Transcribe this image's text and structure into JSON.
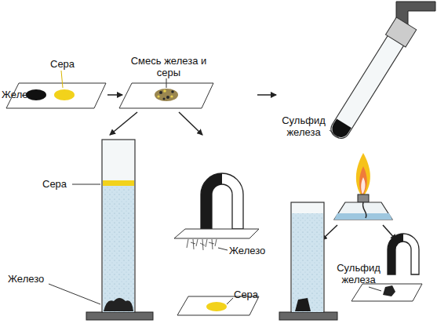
{
  "diagram": {
    "labels": [
      "Железо",
      "Сера",
      "Смесь железа и серы",
      "Сульфид железа",
      "Сера",
      "Железо",
      "Железо",
      "Сера",
      "Сульфид железа"
    ]
  }
}
